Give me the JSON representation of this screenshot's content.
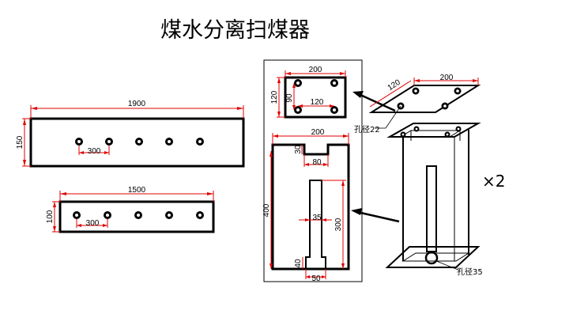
{
  "title": "煤水分离扫煤器",
  "multiplier": "×2",
  "dimensions": {
    "long_bar_length": "1900",
    "long_bar_height": "150",
    "long_bar_spacing": "300",
    "short_bar_length": "1500",
    "short_bar_height": "100",
    "short_bar_spacing": "300",
    "top_plate_width": "200",
    "top_plate_height": "120",
    "top_plate_inner_height": "90",
    "top_plate_hole_spacing": "120",
    "side_plate_width": "200",
    "side_plate_height": "400",
    "notch_depth": "30",
    "notch_width": "80",
    "slot_width": "35",
    "slot_length": "300",
    "bottom_height": "40",
    "bottom_width": "50",
    "iso_plate_width": "200",
    "iso_plate_depth": "120"
  },
  "labels": {
    "hole_22": "孔径22",
    "hole_35": "孔径35"
  }
}
